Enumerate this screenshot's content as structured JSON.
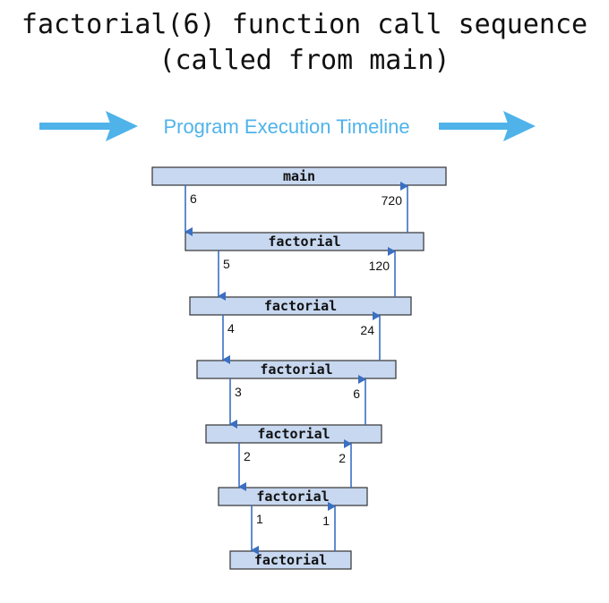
{
  "title": {
    "line1": "factorial(6) function call sequence",
    "line2": "(called from main)"
  },
  "timeline": {
    "label": "Program Execution Timeline",
    "color": "#4fb3ea"
  },
  "colors": {
    "frame_fill": "#c7d8f0",
    "frame_stroke": "#333333",
    "arrow": "#3a6fc2"
  },
  "frames": [
    {
      "label": "main",
      "arg_in": null,
      "value_returned": null
    },
    {
      "label": "factorial",
      "arg_in": "6",
      "value_returned": "720"
    },
    {
      "label": "factorial",
      "arg_in": "5",
      "value_returned": "120"
    },
    {
      "label": "factorial",
      "arg_in": "4",
      "value_returned": "24"
    },
    {
      "label": "factorial",
      "arg_in": "3",
      "value_returned": "6"
    },
    {
      "label": "factorial",
      "arg_in": "2",
      "value_returned": "2"
    },
    {
      "label": "factorial",
      "arg_in": "1",
      "value_returned": "1"
    }
  ]
}
